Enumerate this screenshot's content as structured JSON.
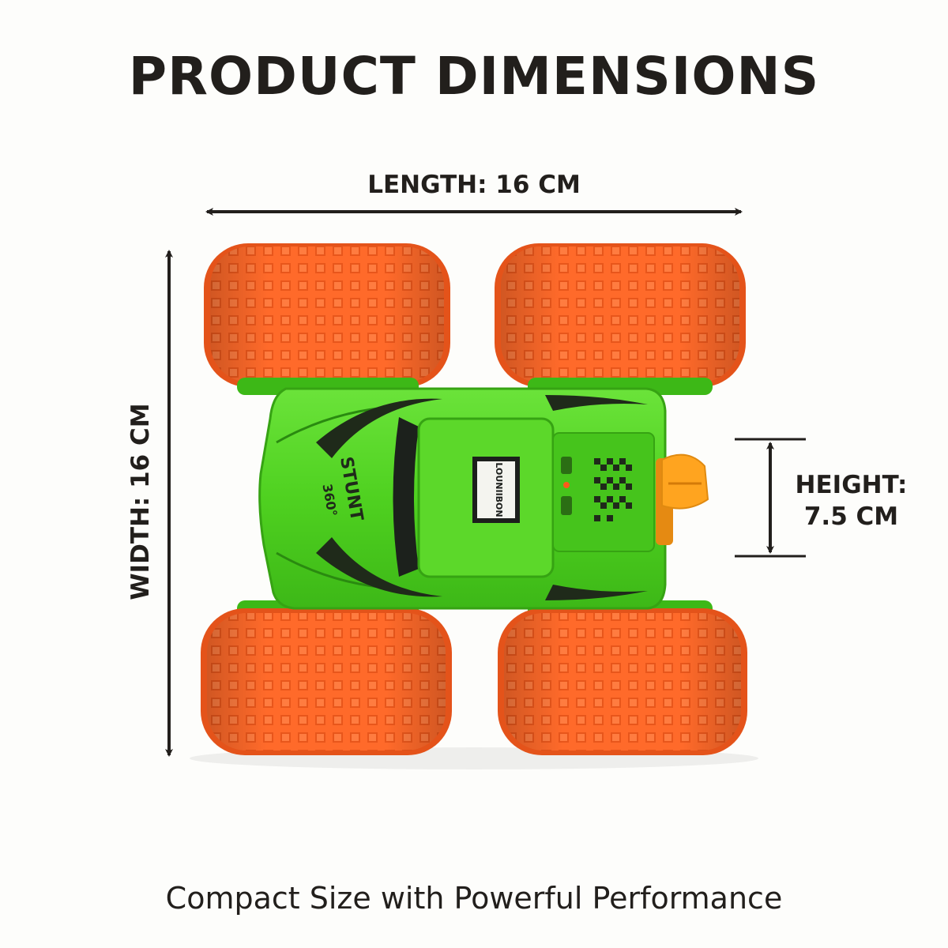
{
  "title": "PRODUCT DIMENSIONS",
  "dimensions": {
    "length": "LENGTH: 16 CM",
    "width": "WIDTH: 16 CM",
    "height_line1": "HEIGHT:",
    "height_line2": "7.5 CM"
  },
  "toy_decal": {
    "brand": "STUNT",
    "sub": "360°",
    "plate": "LOUNIIBON"
  },
  "tagline": "Compact Size with Powerful Performance",
  "colors": {
    "body": "#4fd120",
    "tire": "#ff6a2a",
    "accent": "#ff9f1a",
    "text": "#221f1c"
  }
}
